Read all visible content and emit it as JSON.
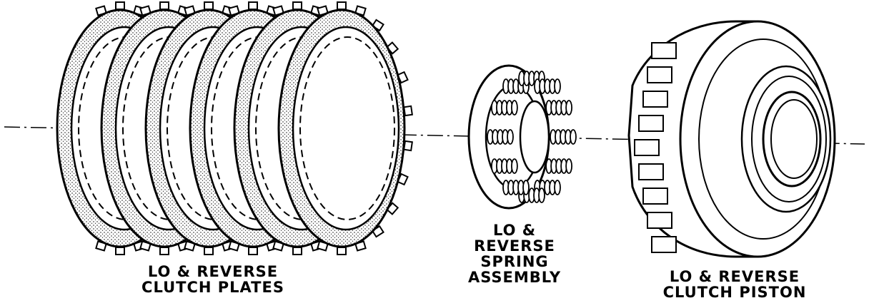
{
  "labels": {
    "clutch_plates": [
      "LO & REVERSE",
      "CLUTCH PLATES"
    ],
    "spring_assembly": [
      "LO &",
      "REVERSE",
      "SPRING",
      "ASSEMBLY"
    ],
    "clutch_piston": [
      "LO & REVERSE",
      "CLUTCH PISTON"
    ]
  },
  "colors": {
    "ink": "#000000",
    "paper": "#ffffff"
  },
  "components": {
    "clutch_plate_count": 6,
    "spring_count": 12
  }
}
